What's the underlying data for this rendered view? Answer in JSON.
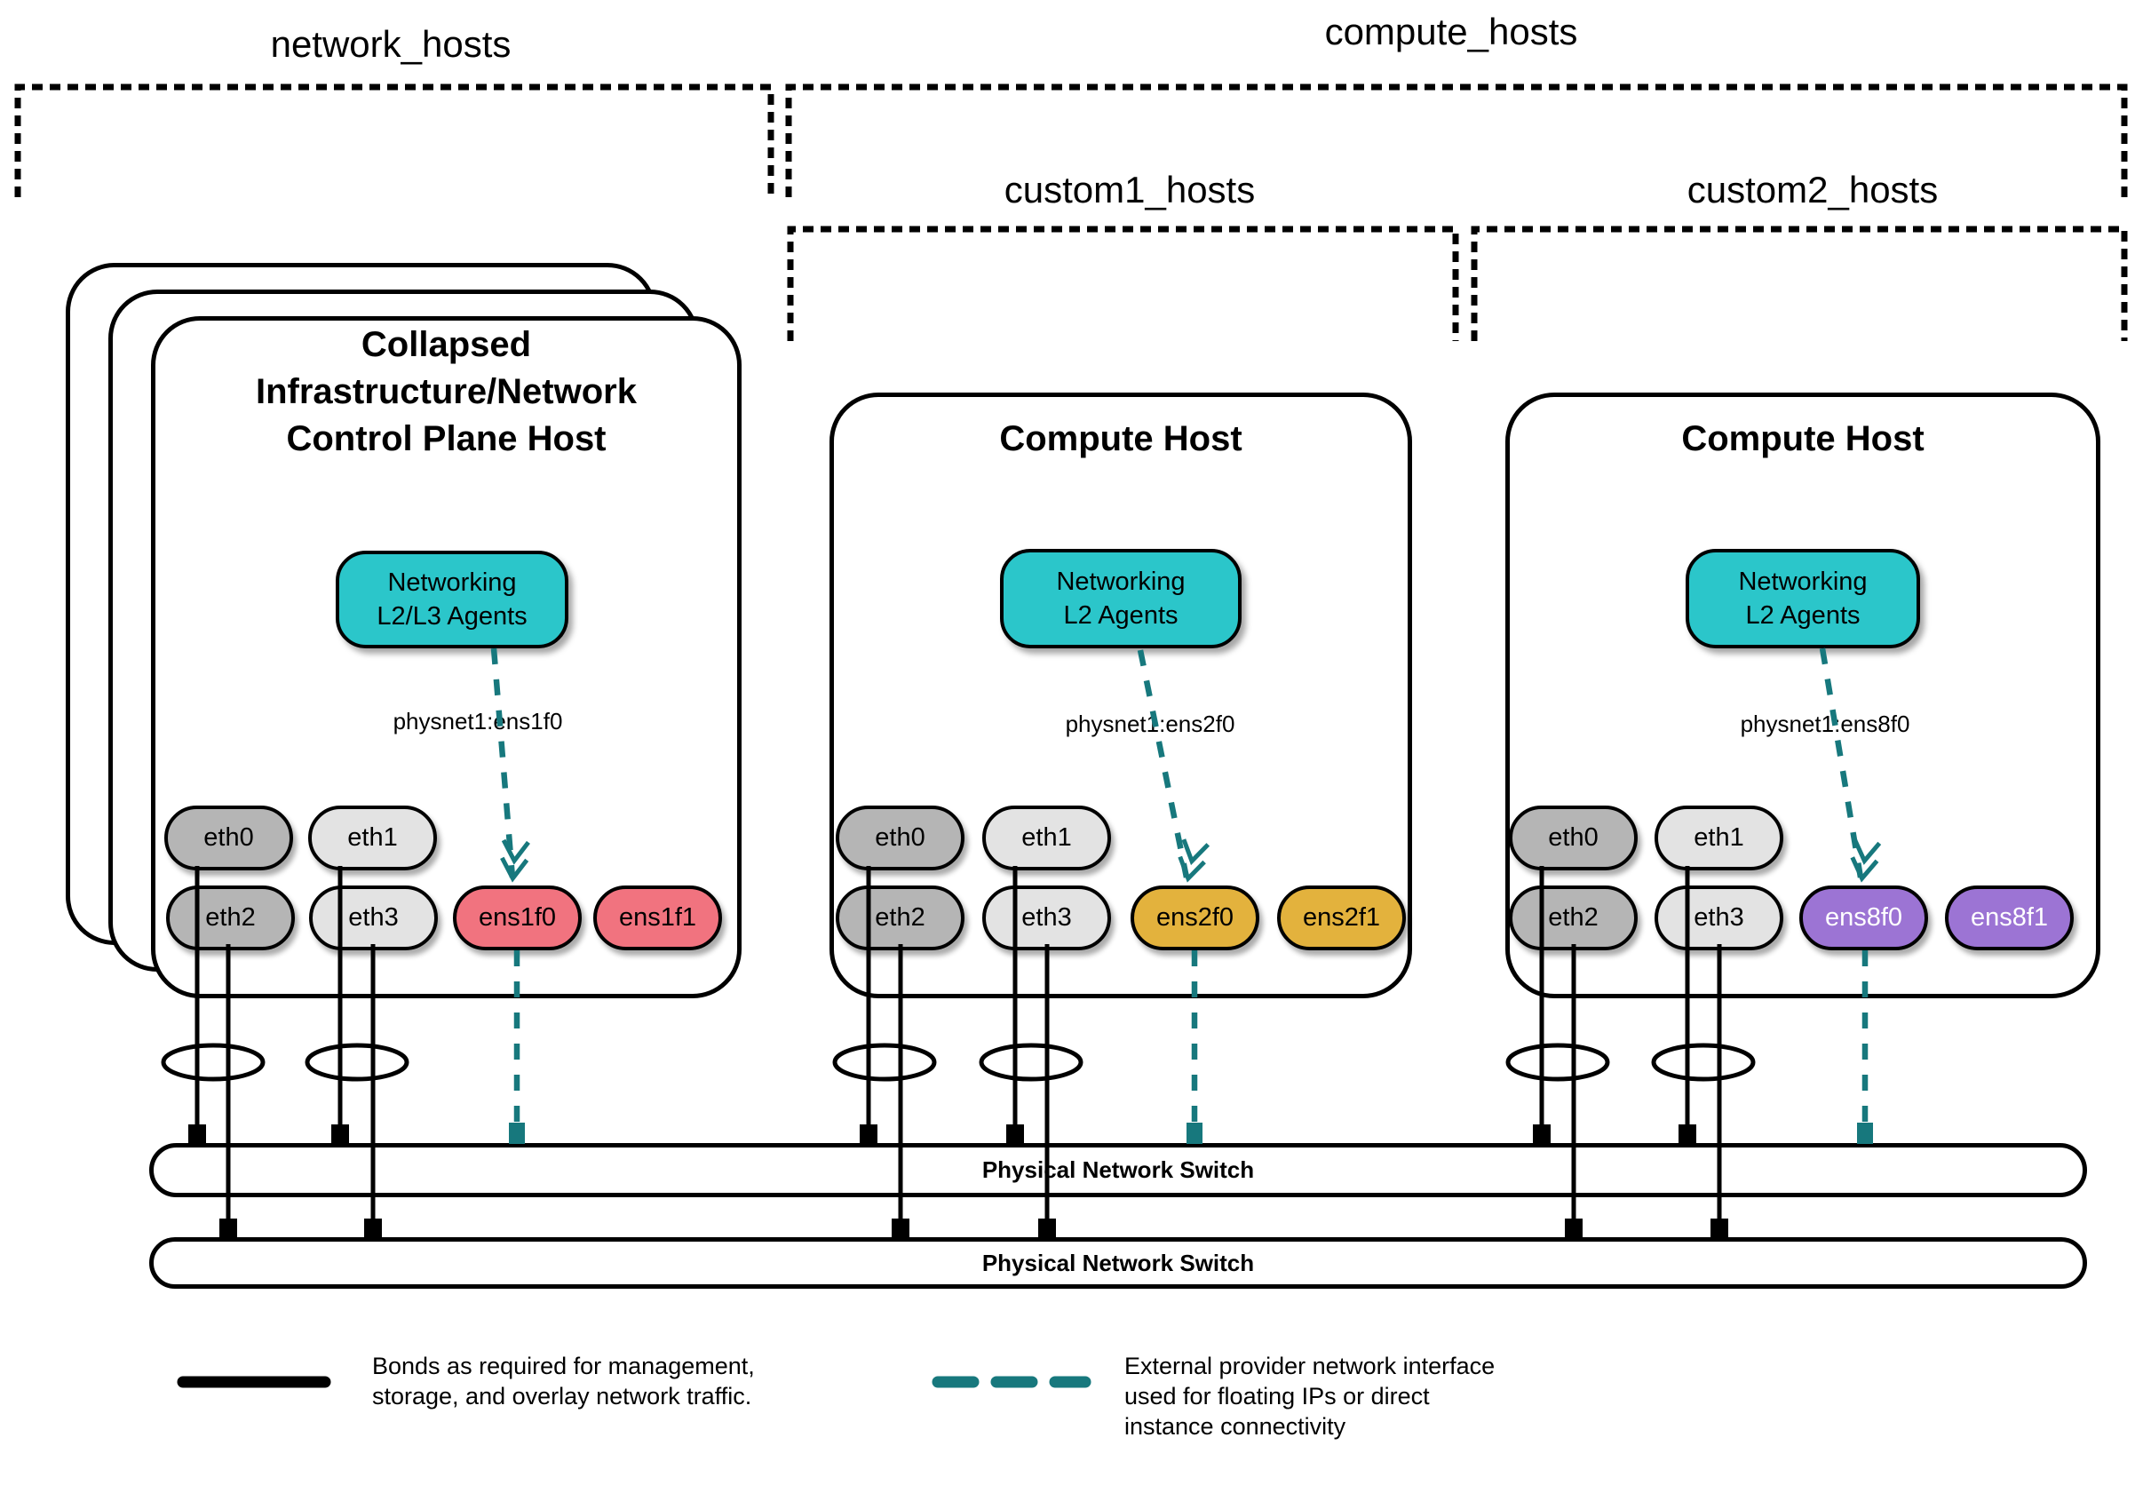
{
  "colors": {
    "teal": "#2bc6ca",
    "teal-dark": "#17787d",
    "pink": "#f1737f",
    "gold": "#e3b23d",
    "purple": "#9c74d4",
    "gray-dark": "#b5b5b5",
    "gray-light": "#e3e3e3"
  },
  "group_labels": {
    "network_hosts": "network_hosts",
    "compute_hosts": "compute_hosts",
    "custom1_hosts": "custom1_hosts",
    "custom2_hosts": "custom2_hosts"
  },
  "hosts": [
    {
      "title_line1": "Collapsed",
      "title_line2": "Infrastructure/Network",
      "title_line3": "Control Plane Host",
      "agents_line1": "Networking",
      "agents_line2": "L2/L3 Agents",
      "physnet": "physnet1:ens1f0",
      "nics": [
        "eth0",
        "eth1",
        "eth2",
        "eth3",
        "ens1f0",
        "ens1f1"
      ]
    },
    {
      "title_line1": "Compute Host",
      "agents_line1": "Networking",
      "agents_line2": "L2 Agents",
      "physnet": "physnet1:ens2f0",
      "nics": [
        "eth0",
        "eth1",
        "eth2",
        "eth3",
        "ens2f0",
        "ens2f1"
      ]
    },
    {
      "title_line1": "Compute Host",
      "agents_line1": "Networking",
      "agents_line2": "L2 Agents",
      "physnet": "physnet1:ens8f0",
      "nics": [
        "eth0",
        "eth1",
        "eth2",
        "eth3",
        "ens8f0",
        "ens8f1"
      ]
    }
  ],
  "switches": {
    "switch1": "Physical Network Switch",
    "switch2": "Physical Network Switch"
  },
  "legend": {
    "bond_line1": "Bonds as required for management,",
    "bond_line2": "storage, and overlay network traffic.",
    "ext_line1": "External provider network interface",
    "ext_line2": "used for floating IPs or direct",
    "ext_line3": "instance connectivity"
  }
}
